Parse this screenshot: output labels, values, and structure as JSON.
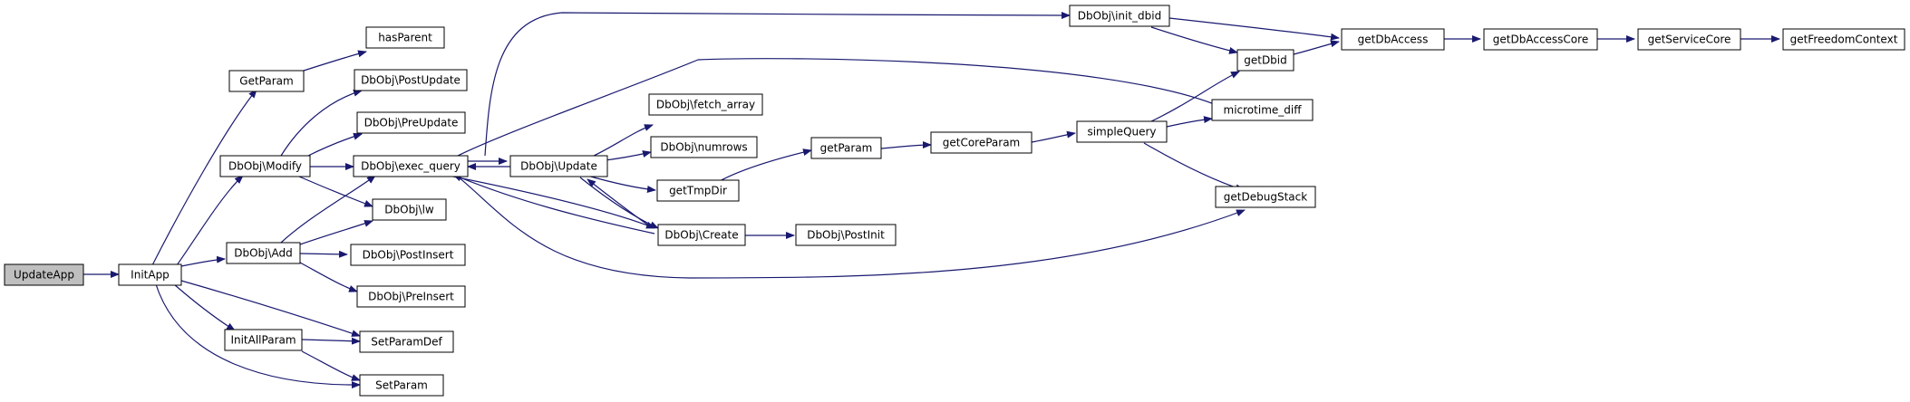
{
  "colors": {
    "edge": "#191970",
    "root_fill": "#bfbfbf",
    "node_fill": "#ffffff",
    "node_stroke": "#000000"
  },
  "nodes": {
    "updateapp": "UpdateApp",
    "initapp": "InitApp",
    "getparam1": "GetParam",
    "hasparent": "hasParent",
    "modify": "DbObj\\Modify",
    "postupdate": "DbObj\\PostUpdate",
    "preupdate": "DbObj\\PreUpdate",
    "exec": "DbObj\\exec_query",
    "lw": "DbObj\\lw",
    "add": "DbObj\\Add",
    "postinsert": "DbObj\\PostInsert",
    "preinsert": "DbObj\\PreInsert",
    "initallparam": "InitAllParam",
    "setparamdef": "SetParamDef",
    "setparam": "SetParam",
    "initdbid": "DbObj\\init_dbid",
    "fetch": "DbObj\\fetch_array",
    "numrows": "DbObj\\numrows",
    "update": "DbObj\\Update",
    "gettmpdir": "getTmpDir",
    "create": "DbObj\\Create",
    "postinit": "DbObj\\PostInit",
    "getparam2": "getParam",
    "getcoreparam": "getCoreParam",
    "simplequery": "simpleQuery",
    "getdbid": "getDbid",
    "microtime": "microtime_diff",
    "getdebugstack": "getDebugStack",
    "getdbaccess": "getDbAccess",
    "getdbaccesscore": "getDbAccessCore",
    "getservicecore": "getServiceCore",
    "getfreedomcontext": "getFreedomContext"
  },
  "edges": [
    [
      "updateapp",
      "initapp"
    ],
    [
      "initapp",
      "getparam1"
    ],
    [
      "initapp",
      "modify"
    ],
    [
      "initapp",
      "add"
    ],
    [
      "initapp",
      "initallparam"
    ],
    [
      "initapp",
      "setparamdef"
    ],
    [
      "initapp",
      "setparam"
    ],
    [
      "getparam1",
      "hasparent"
    ],
    [
      "modify",
      "postupdate"
    ],
    [
      "modify",
      "preupdate"
    ],
    [
      "modify",
      "exec"
    ],
    [
      "modify",
      "lw"
    ],
    [
      "add",
      "exec"
    ],
    [
      "add",
      "lw"
    ],
    [
      "add",
      "postinsert"
    ],
    [
      "add",
      "preinsert"
    ],
    [
      "initallparam",
      "setparamdef"
    ],
    [
      "initallparam",
      "setparam"
    ],
    [
      "exec",
      "initdbid"
    ],
    [
      "exec",
      "microtime"
    ],
    [
      "exec",
      "update"
    ],
    [
      "exec",
      "create"
    ],
    [
      "exec",
      "getdebugstack"
    ],
    [
      "update",
      "exec"
    ],
    [
      "update",
      "fetch"
    ],
    [
      "update",
      "numrows"
    ],
    [
      "update",
      "gettmpdir"
    ],
    [
      "update",
      "create"
    ],
    [
      "create",
      "update"
    ],
    [
      "create",
      "exec"
    ],
    [
      "create",
      "postinit"
    ],
    [
      "gettmpdir",
      "getparam2"
    ],
    [
      "getparam2",
      "getcoreparam"
    ],
    [
      "getcoreparam",
      "simplequery"
    ],
    [
      "simplequery",
      "getdbid"
    ],
    [
      "simplequery",
      "microtime"
    ],
    [
      "simplequery",
      "getdebugstack"
    ],
    [
      "initdbid",
      "getdbaccess"
    ],
    [
      "initdbid",
      "getdbid"
    ],
    [
      "getdbid",
      "getdbaccess"
    ],
    [
      "getdbaccess",
      "getdbaccesscore"
    ],
    [
      "getdbaccesscore",
      "getservicecore"
    ],
    [
      "getservicecore",
      "getfreedomcontext"
    ]
  ]
}
